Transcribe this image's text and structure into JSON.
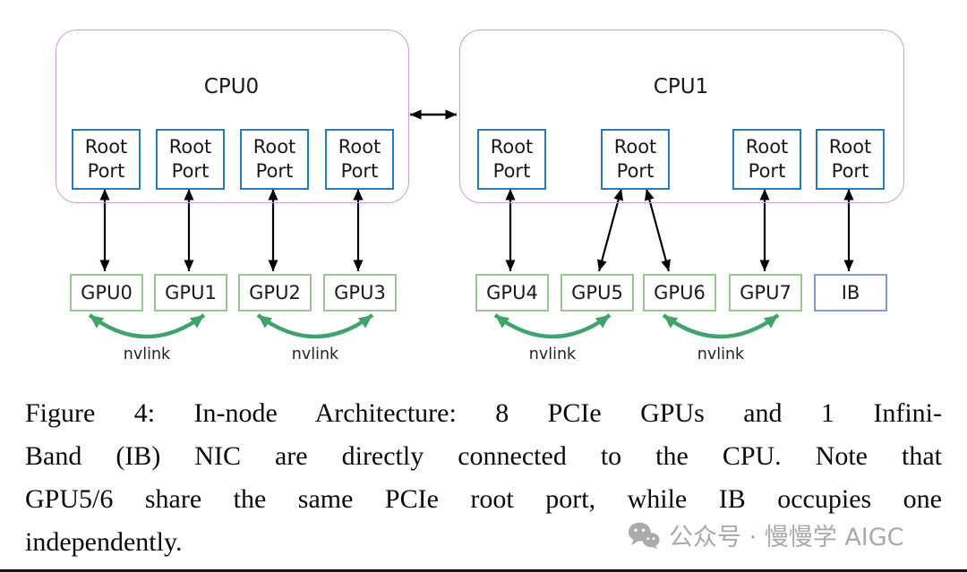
{
  "cpus": [
    {
      "label": "CPU0"
    },
    {
      "label": "CPU1"
    }
  ],
  "root_port_label": "Root Port",
  "gpus": [
    "GPU0",
    "GPU1",
    "GPU2",
    "GPU3",
    "GPU4",
    "GPU5",
    "GPU6",
    "GPU7"
  ],
  "ib_label": "IB",
  "nvlink_label": "nvlink",
  "caption": {
    "lines": [
      "Figure 4: In-node Architecture: 8 PCIe GPUs and 1 Infini-",
      "Band (IB) NIC are directly connected to the CPU. Note that",
      "GPU5/6 share the same PCIe root port, while IB occupies one",
      "independently."
    ]
  },
  "watermark": {
    "text": "公众号 · 慢慢学 AIGC"
  },
  "colors": {
    "cpu_border": "#cb9fd8",
    "root_port_border": "#2a7ab8",
    "gpu_border": "#99c693",
    "ib_border": "#8a9bd0",
    "nvlink_green": "#3fa36b",
    "arrow_black": "#000000",
    "watermark_gray": "#a9a9a9"
  }
}
